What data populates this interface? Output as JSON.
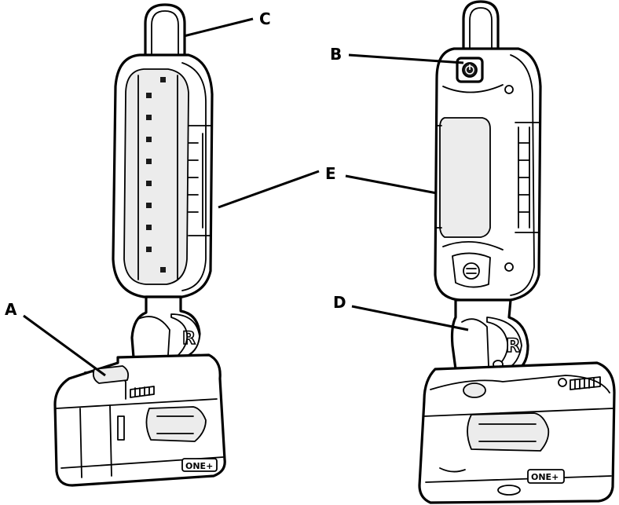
{
  "callouts": {
    "a": "A",
    "b": "B",
    "c": "C",
    "d": "D",
    "e": "E"
  },
  "badges": {
    "left": "ONE+",
    "right": "ONE+"
  },
  "logo": "R",
  "icons": {
    "power_button": "power-icon",
    "mode_button": "mode-icon",
    "hook": "hook-icon",
    "led": "led-icon",
    "swivel": "swivel-joint-icon"
  }
}
